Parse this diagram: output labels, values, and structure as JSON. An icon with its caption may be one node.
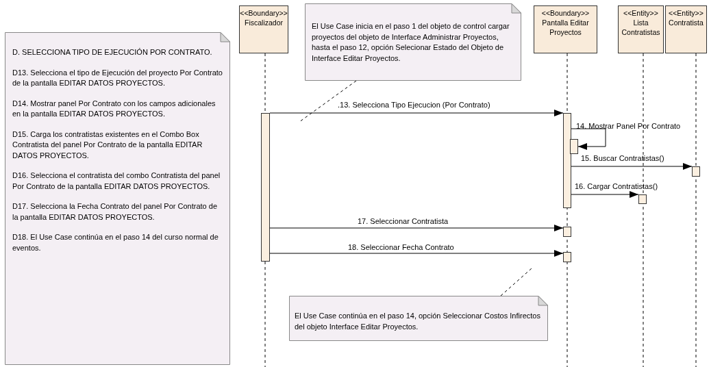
{
  "diagram": {
    "nodes": [
      {
        "text": [
          "D. SELECCIONA TIPO DE EJECUCIÓN POR CONTRATO.",
          "D13. Selecciona el tipo de Ejecución del proyecto Por Contrato de la pantalla EDITAR DATOS PROYECTOS.",
          "D14. Mostrar panel Por Contrato con los campos adicionales en la pantalla EDITAR DATOS PROYECTOS.",
          "D15. Carga los contratistas existentes en el Combo Box Contratista del panel Por Contrato de la pantalla EDITAR DATOS PROYECTOS.",
          "D16. Selecciona el contratista del combo Contratista del panel Por Contrato de la pantalla EDITAR DATOS PROYECTOS.",
          "D17. Selecciona la Fecha Contrato del panel Por Contrato de la pantalla EDITAR DATOS PROYECTOS.",
          "D18. El Use Case continúa en el paso 14 del curso normal de eventos."
        ]
      },
      {
        "text": [
          "<<Boundary>>",
          "Fiscalizador"
        ]
      },
      {
        "text": [
          "El Use Case inicia en el paso 1 del objeto de control cargar proyectos del objeto de Interface Administrar Proyectos, hasta el paso 12, opción Selecionar Estado del Objeto de Interface Editar Proyectos."
        ]
      },
      {
        "text": [
          "<<Boundary>>",
          "Pantalla Editar Proyectos"
        ]
      },
      {
        "text": [
          "<<Entity>>",
          "Lista Contratistas"
        ]
      },
      {
        "text": [
          "<<Entity>>",
          "Contratista"
        ]
      },
      {
        "text": [
          "El Use Case continúa en el paso 14, opción Seleccionar Costos Infirectos del objeto Interface Editar Proyectos."
        ]
      },
      {
        "text": [],
        "shape": "bar"
      },
      {
        "text": [],
        "shape": "bar"
      },
      {
        "text": [],
        "shape": "bar"
      },
      {
        "text": [],
        "shape": "bar"
      },
      {
        "text": [],
        "shape": "bar"
      },
      {
        "text": [],
        "shape": "bar"
      },
      {
        "text": [],
        "shape": "bar"
      }
    ],
    "edges": [
      {
        "from": 7,
        "to": 8,
        "arrow": "to",
        "label": ".13. Selecciona Tipo Ejecucion (Por Contrato)"
      },
      {
        "from": 8,
        "to": 9,
        "arrow": "to",
        "label": "14. Mostrar Panel Por Contrato"
      },
      {
        "from": 8,
        "to": 10,
        "arrow": "to",
        "label": "15. Buscar Contratistas()"
      },
      {
        "from": 8,
        "to": 11,
        "arrow": "to",
        "label": "16. Cargar Contratistas()"
      },
      {
        "from": 7,
        "to": 12,
        "arrow": "to",
        "label": "17. Seleccionar Contratista"
      },
      {
        "from": 7,
        "to": 13,
        "arrow": "to",
        "label": "18. Seleccionar Fecha Contrato"
      },
      {
        "from": 2,
        "to": null,
        "arrow": "none",
        "style": "dashed"
      },
      {
        "from": 6,
        "to": null,
        "arrow": "none",
        "style": "dashed"
      }
    ]
  }
}
